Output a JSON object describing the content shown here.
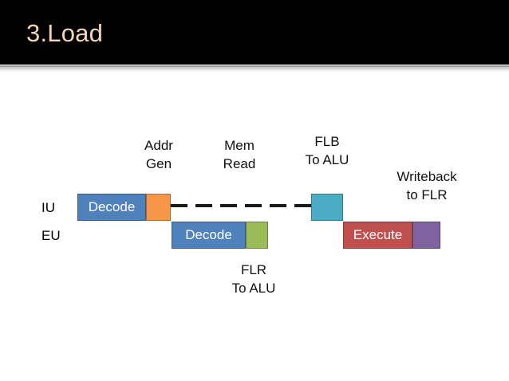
{
  "slide": {
    "title": "3.Load",
    "title_color": "#F6D5B4",
    "title_bar_color": "#000000",
    "background_color": "#FFFFFF"
  },
  "rows": [
    {
      "id": "iu",
      "label": "IU"
    },
    {
      "id": "eu",
      "label": "EU"
    }
  ],
  "captions": {
    "addr_gen_line1": "Addr",
    "addr_gen_line2": "Gen",
    "mem_read_line1": "Mem",
    "mem_read_line2": "Read",
    "flb_to_alu_line1": "FLB",
    "flb_to_alu_line2": "To ALU",
    "writeback_line1": "Writeback",
    "writeback_line2": "to FLR",
    "flr_to_alu_line1": "FLR",
    "flr_to_alu_line2": "To ALU"
  },
  "stages": {
    "iu_decode": {
      "label": "Decode",
      "color": "#4F81BD"
    },
    "iu_addr_gen": {
      "label": "",
      "color": "#F79646"
    },
    "iu_flb": {
      "label": "",
      "color": "#4BACC6"
    },
    "eu_decode": {
      "label": "Decode",
      "color": "#4F81BD"
    },
    "eu_flr": {
      "label": "",
      "color": "#9BBB59"
    },
    "eu_execute": {
      "label": "Execute",
      "color": "#C0504D"
    },
    "eu_writeback": {
      "label": "",
      "color": "#8064A2"
    }
  },
  "connector": {
    "name": "mem-read-dashed-connector",
    "color": "#1A1A1A"
  }
}
